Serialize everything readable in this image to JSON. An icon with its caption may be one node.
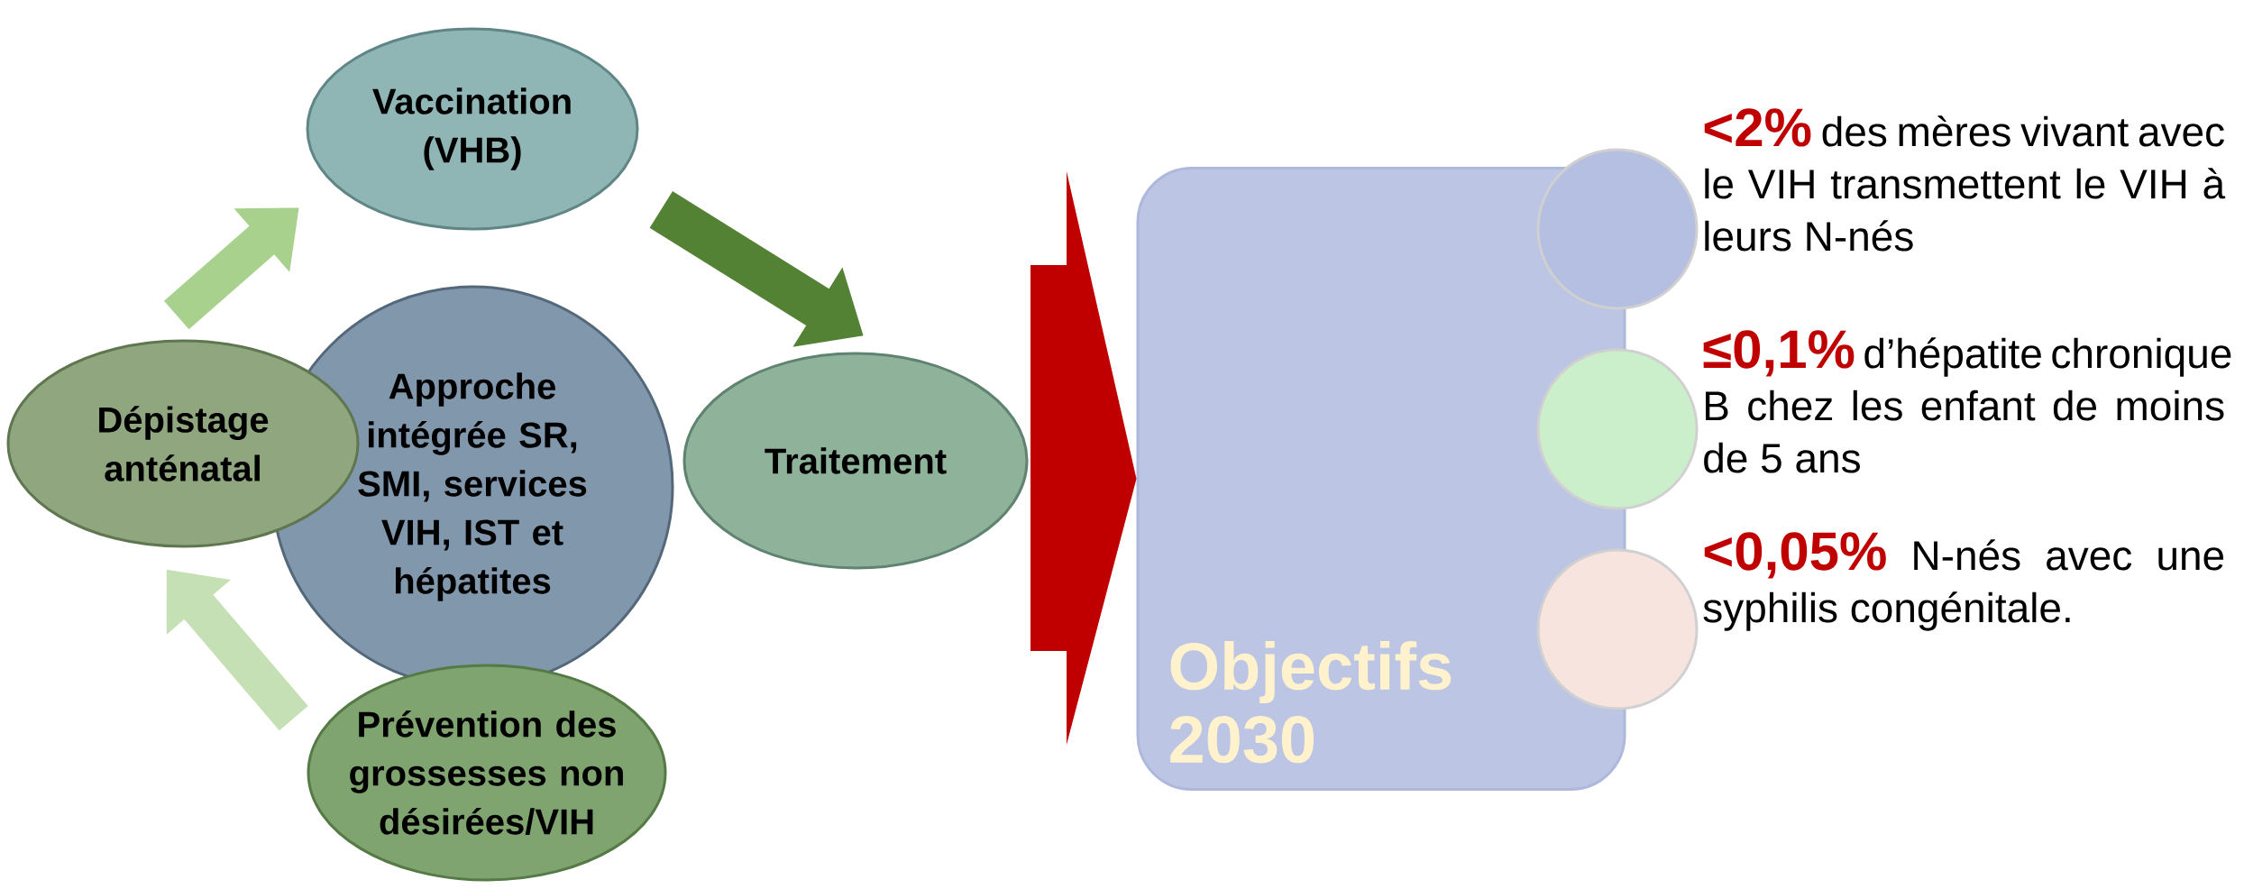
{
  "diagram": {
    "nodes": [
      {
        "text": [
          "Vaccination (VHB)"
        ]
      },
      {
        "text": [
          "Dépistage anténatal"
        ]
      },
      {
        "text": [
          "Approche intégrée SR, SMI, services VIH, IST et hépatites"
        ]
      },
      {
        "text": [
          "Traitement"
        ]
      },
      {
        "text": [
          "Prévention des grossesses non désirées/VIH"
        ]
      },
      {
        "text": [
          "Objectifs 2030"
        ]
      },
      {
        "text": [],
        "shape": "circle",
        "beside": [
          "<2%",
          "des mères vivant avec le VIH transmettent le VIH à leurs N-nés"
        ]
      },
      {
        "text": [],
        "shape": "circle",
        "beside": [
          "≤0,1%",
          "d’hépatite chronique B chez les enfant de moins de 5 ans"
        ]
      },
      {
        "text": [],
        "shape": "circle",
        "beside": [
          "<0,05%",
          "N-nés avec une syphilis congénitale."
        ]
      }
    ],
    "edges": [
      {
        "from": 1,
        "to": 0,
        "arrow": "to",
        "color": "#a9d18e"
      },
      {
        "from": 0,
        "to": 3,
        "arrow": "to",
        "color": "#548235"
      },
      {
        "from": 4,
        "to": 1,
        "arrow": "to",
        "color": "#c5e0b4"
      },
      {
        "from": null,
        "to": 5,
        "arrow": "to",
        "style": "thick",
        "color": "#c00000"
      }
    ]
  }
}
